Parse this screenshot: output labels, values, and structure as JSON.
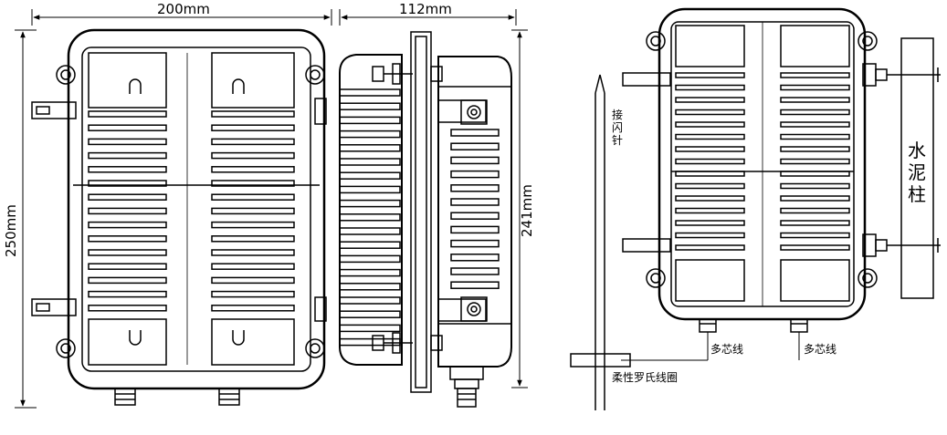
{
  "dimensions": {
    "width": "200mm",
    "depth": "112mm",
    "height_total": "250mm",
    "height_body": "241mm"
  },
  "labels": {
    "lightning_rod": "接闪针",
    "concrete_pole": "水泥柱",
    "multicore_cable_1": "多芯线",
    "multicore_cable_2": "多芯线",
    "rogowski_coil": "柔性罗氏线圈"
  },
  "colors": {
    "line": "#000000",
    "background": "#ffffff"
  }
}
